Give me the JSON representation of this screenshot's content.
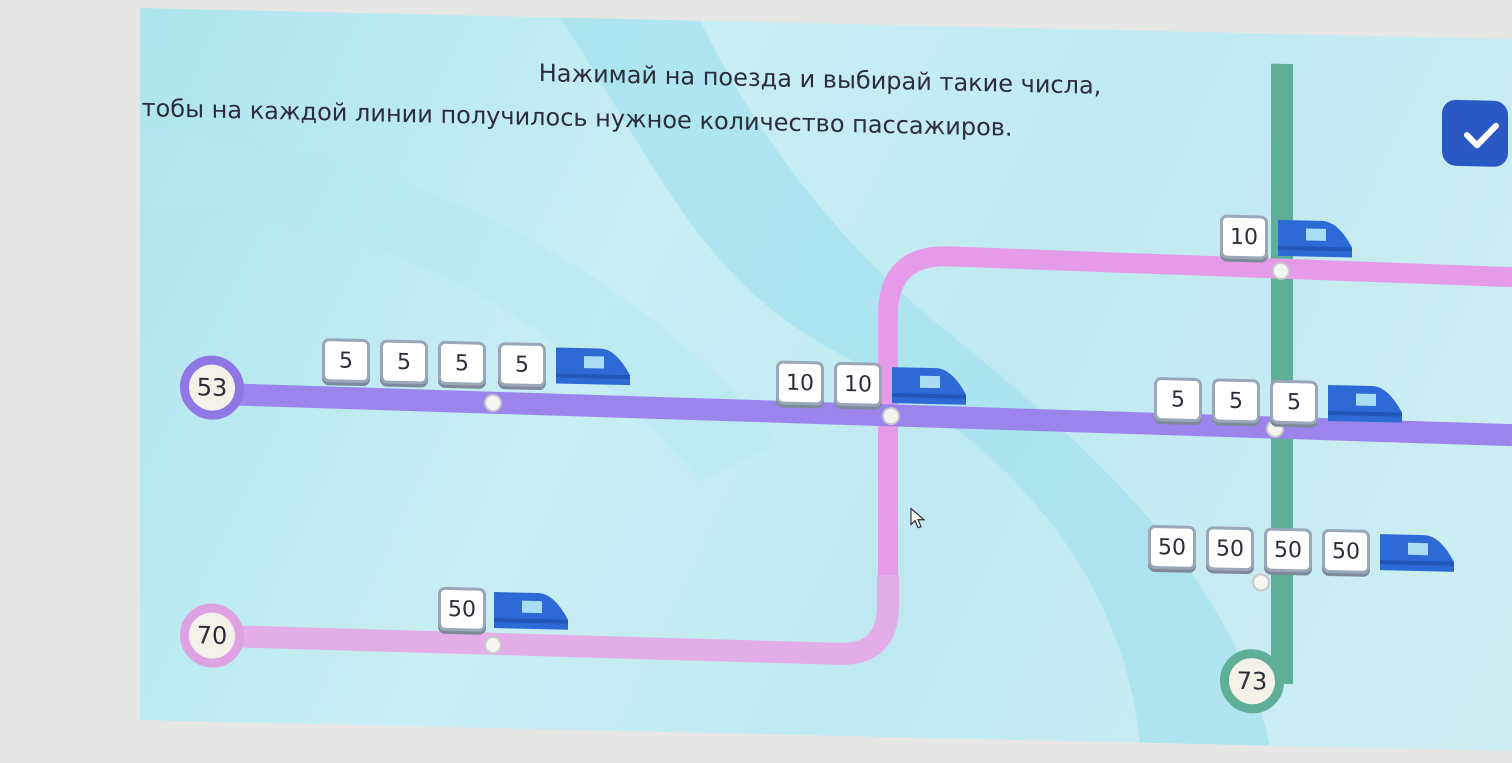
{
  "instruction": {
    "line1": "Нажимай на поезда и выбирай такие числа,",
    "line2": "чтобы на каждой линии получилось нужное количество пассажиров."
  },
  "check_button": {
    "icon": "checkmark-icon"
  },
  "colors": {
    "violet_line": "#9b85ec",
    "pink_line": "#e59be8",
    "light_pink_line": "#e3aee8",
    "teal_line": "#5fae98",
    "locomotive": "#2e6ad6",
    "check_button": "#2a58c5"
  },
  "stations": {
    "violet": {
      "passengers": "53"
    },
    "light_pink": {
      "passengers": "70"
    },
    "teal": {
      "passengers": "73"
    }
  },
  "trains": {
    "violet_left": {
      "wagons": [
        "5",
        "5",
        "5",
        "5"
      ]
    },
    "violet_middle": {
      "wagons": [
        "10",
        "10"
      ]
    },
    "violet_right": {
      "wagons": [
        "5",
        "5",
        "5"
      ]
    },
    "teal_top": {
      "wagons": [
        "10"
      ]
    },
    "teal_bottom": {
      "wagons": [
        "50",
        "50",
        "50",
        "50"
      ]
    },
    "light_pink": {
      "wagons": [
        "50"
      ]
    }
  }
}
